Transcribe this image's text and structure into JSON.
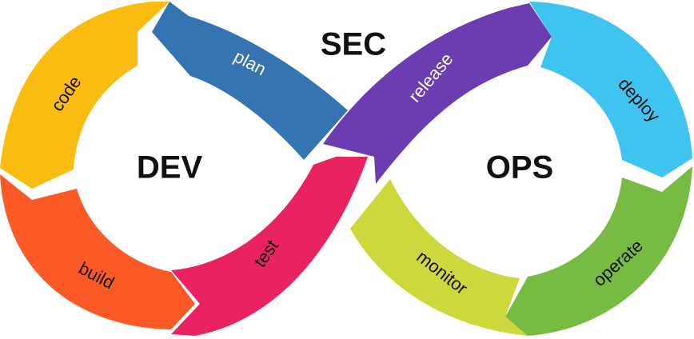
{
  "labels": {
    "dev": "DEV",
    "sec": "SEC",
    "ops": "OPS"
  },
  "segments": [
    {
      "key": "plan",
      "label": "plan",
      "color": "#3474b0",
      "text_color": "#ffffff"
    },
    {
      "key": "code",
      "label": "code",
      "color": "#fbbc12",
      "text_color": "#111111"
    },
    {
      "key": "build",
      "label": "build",
      "color": "#fb5926",
      "text_color": "#111111"
    },
    {
      "key": "test",
      "label": "test",
      "color": "#e8235f",
      "text_color": "#111111"
    },
    {
      "key": "release",
      "label": "release",
      "color": "#6b3db1",
      "text_color": "#ffffff"
    },
    {
      "key": "deploy",
      "label": "deploy",
      "color": "#3ec4ef",
      "text_color": "#111111"
    },
    {
      "key": "operate",
      "label": "operate",
      "color": "#77bb42",
      "text_color": "#111111"
    },
    {
      "key": "monitor",
      "label": "monitor",
      "color": "#ccd83b",
      "text_color": "#111111"
    }
  ]
}
